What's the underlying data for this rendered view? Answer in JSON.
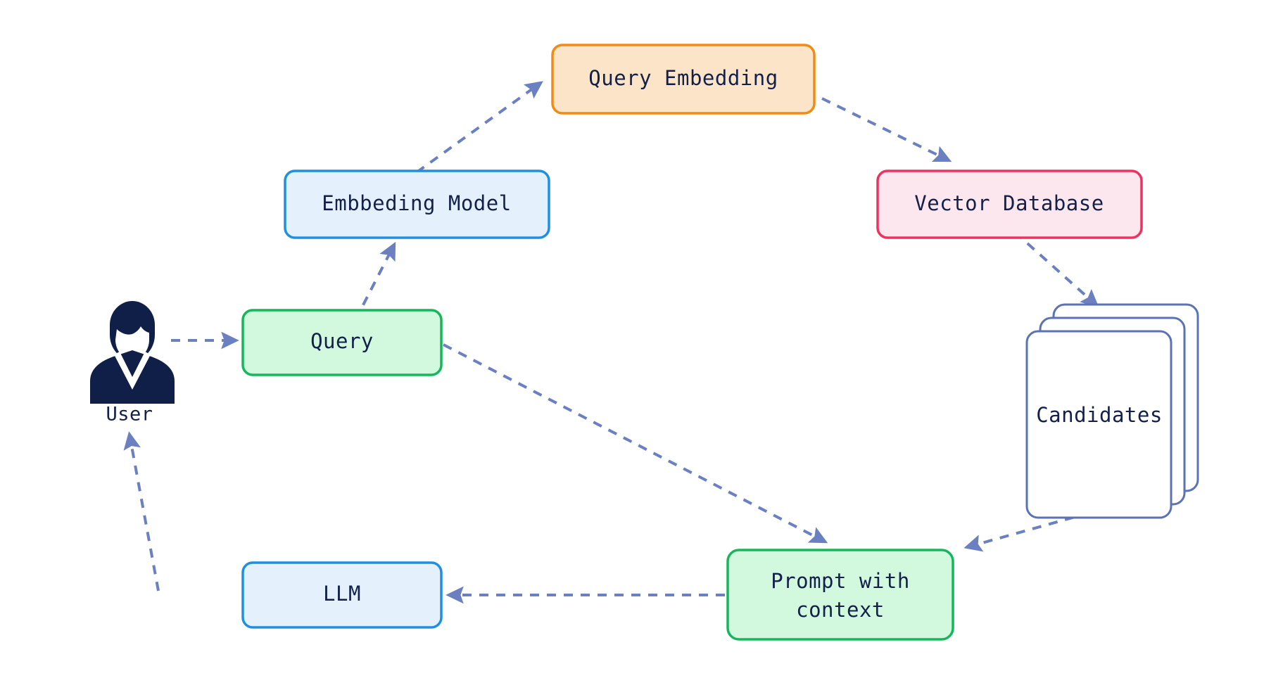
{
  "diagram": {
    "title": "RAG retrieval pipeline flow",
    "background_color": "#ffffff",
    "edge_color": "#6b80c0",
    "text_color": "#13204a",
    "nodes": {
      "user": {
        "label": "User",
        "icon": "user-avatar-icon",
        "icon_color": "#0f1f47"
      },
      "query": {
        "label": "Query",
        "fill": "#d2f8de",
        "stroke": "#15b65c"
      },
      "embedding_model": {
        "label": "Embbeding Model",
        "fill": "#e4f1fd",
        "stroke": "#1f8fe0"
      },
      "query_embedding": {
        "label": "Query Embedding",
        "fill": "#fce4c8",
        "stroke": "#f08c16"
      },
      "vector_database": {
        "label": "Vector Database",
        "fill": "#fde7ef",
        "stroke": "#ea3360"
      },
      "candidates": {
        "label": "Candidates",
        "fill": "#ffffff",
        "stroke": "#5b72b5",
        "stack_count": 3
      },
      "prompt_with_context": {
        "label_line_1": "Prompt with",
        "label_line_2": "context",
        "fill": "#d2f8de",
        "stroke": "#15b65c"
      },
      "llm": {
        "label": "LLM",
        "fill": "#e4f1fd",
        "stroke": "#1f8fe0"
      }
    },
    "edges": [
      {
        "from": "user",
        "to": "query",
        "style": "dashed",
        "arrow": "end"
      },
      {
        "from": "query",
        "to": "embedding_model",
        "style": "dashed",
        "arrow": "end"
      },
      {
        "from": "embedding_model",
        "to": "query_embedding",
        "style": "dashed",
        "arrow": "end"
      },
      {
        "from": "query_embedding",
        "to": "vector_database",
        "style": "dashed",
        "arrow": "end"
      },
      {
        "from": "vector_database",
        "to": "candidates",
        "style": "dashed",
        "arrow": "end"
      },
      {
        "from": "candidates",
        "to": "prompt_with_context",
        "style": "dashed",
        "arrow": "end"
      },
      {
        "from": "query",
        "to": "prompt_with_context",
        "style": "dashed",
        "arrow": "end"
      },
      {
        "from": "prompt_with_context",
        "to": "llm",
        "style": "dashed",
        "arrow": "end"
      },
      {
        "from": "llm",
        "to": "user",
        "style": "dashed",
        "arrow": "end"
      }
    ]
  }
}
